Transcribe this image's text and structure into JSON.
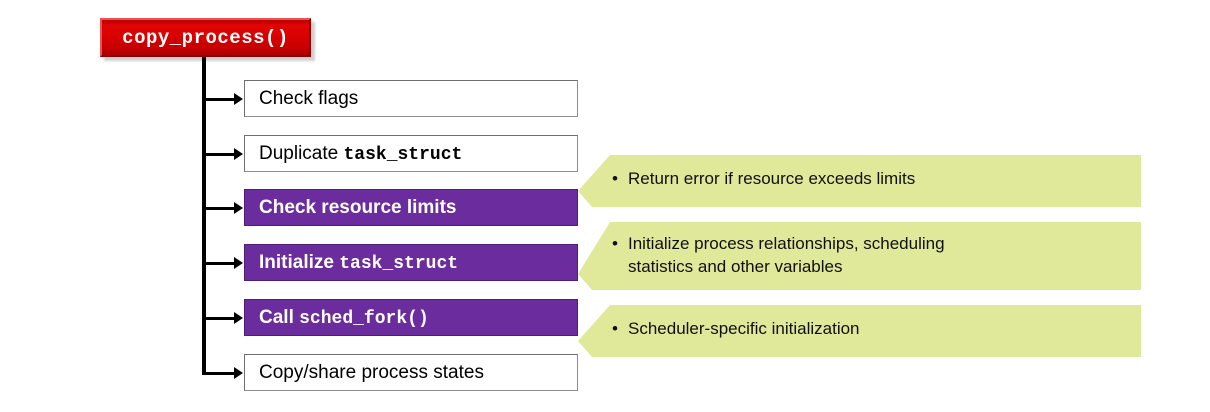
{
  "diagram": {
    "title": "copy_process()",
    "colors": {
      "title_bg": "#D00000",
      "accent_box": "#6B2C9E",
      "callout_bg": "#E0E89A",
      "plain_box": "#FFFFFF",
      "text": "#000000",
      "accent_text": "#FFFFFF"
    },
    "steps": [
      {
        "id": "check-flags",
        "label": "Check flags",
        "mono": "",
        "style": "plain"
      },
      {
        "id": "duplicate-task",
        "label": "Duplicate ",
        "mono": "task_struct",
        "style": "plain"
      },
      {
        "id": "check-limits",
        "label": "Check resource limits",
        "mono": "",
        "style": "accent"
      },
      {
        "id": "initialize-task",
        "label": "Initialize ",
        "mono": "task_struct",
        "style": "accent"
      },
      {
        "id": "call-sched-fork",
        "label": "Call ",
        "mono": "sched_fork()",
        "style": "accent"
      },
      {
        "id": "copy-share-states",
        "label": "Copy/share process states",
        "mono": "",
        "style": "plain"
      }
    ],
    "callouts": [
      {
        "id": "callout-resource-limits",
        "bullet": "•",
        "lines": [
          "Return error if resource exceeds limits"
        ]
      },
      {
        "id": "callout-initialize",
        "bullet": "•",
        "lines": [
          "Initialize process relationships, scheduling",
          "statistics and other variables"
        ]
      },
      {
        "id": "callout-scheduler",
        "bullet": "•",
        "lines": [
          "Scheduler-specific initialization"
        ]
      }
    ]
  }
}
